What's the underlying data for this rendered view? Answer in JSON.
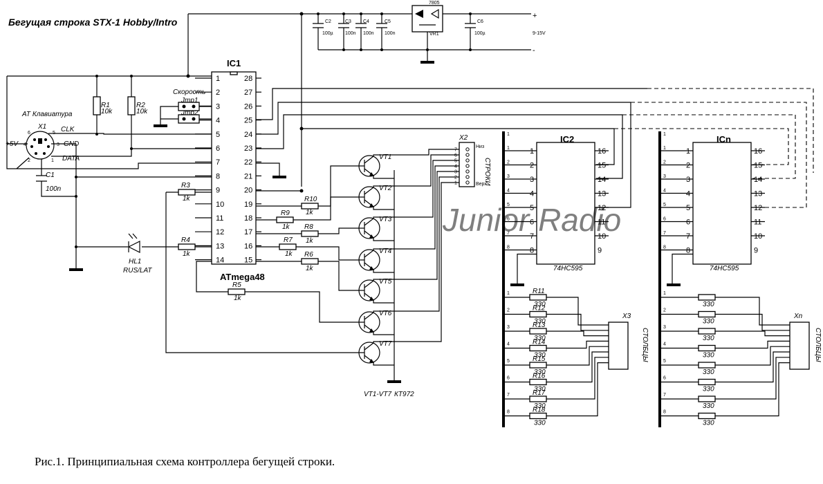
{
  "title": "Бегущая строка STX-1 Hobby/Intro",
  "caption": "Рис.1. Принципиальная схема контроллера бегущей строки.",
  "power": {
    "regulator": "7805",
    "regulator_ref": "VR1",
    "plus": "+",
    "minus": "-",
    "voltage": "9-15V",
    "c2": "C2",
    "c2_val": "100µ",
    "c3": "C3",
    "c3_val": "100n",
    "c4": "C4",
    "c4_val": "100n",
    "c5": "C5",
    "c5_val": "100n",
    "c6": "C6",
    "c6_val": "100µ"
  },
  "mcu": {
    "ref": "IC1",
    "part": "ATmega48",
    "left_pins": [
      "1",
      "2",
      "3",
      "4",
      "5",
      "6",
      "7",
      "8",
      "9",
      "10",
      "11",
      "12",
      "13",
      "14"
    ],
    "right_pins": [
      "28",
      "27",
      "26",
      "25",
      "24",
      "23",
      "22",
      "21",
      "20",
      "19",
      "18",
      "17",
      "16",
      "15"
    ]
  },
  "keyboard": {
    "label": "AT Клавиатура",
    "ref": "X1",
    "plus5": "+5V",
    "clk": "CLK",
    "gnd": "GND",
    "data": "DATA",
    "pins": [
      "6",
      "5",
      "4",
      "3",
      "2",
      "1"
    ]
  },
  "jumpers": {
    "title": "Скорость",
    "j1": "Jmp1",
    "j2": "Jmp2"
  },
  "resistors": {
    "r1": "R1",
    "r1_val": "10k",
    "r2": "R2",
    "r2_val": "10k",
    "r3": "R3",
    "r4": "R4",
    "r5": "R5",
    "r6": "R6",
    "r7": "R7",
    "r8": "R8",
    "r9": "R9",
    "r10": "R10",
    "val_1k": "1k"
  },
  "c1": {
    "ref": "C1",
    "val": "100n"
  },
  "led": {
    "ref": "HL1",
    "label": "RUS/LAT"
  },
  "transistors": {
    "refs": [
      "VT1",
      "VT2",
      "VT3",
      "VT4",
      "VT5",
      "VT6",
      "VT7"
    ],
    "note_refs": "VT1-VT7",
    "note_part": "КТ972"
  },
  "x2": {
    "ref": "X2",
    "label": "СТРОКИ",
    "top": "Низ",
    "bottom": "Верх",
    "pins": [
      "7",
      "6",
      "5",
      "4",
      "3",
      "2",
      "1"
    ]
  },
  "shift_regs": [
    {
      "ref": "IC2",
      "part": "74HC595",
      "in_pins": [
        "1",
        "2",
        "3",
        "4",
        "5",
        "6",
        "7",
        "8"
      ],
      "out_pins": [
        "16",
        "15",
        "14",
        "13",
        "12",
        "11",
        "10",
        "9"
      ]
    },
    {
      "ref": "ICn",
      "part": "74HC595",
      "in_pins": [
        "1",
        "2",
        "3",
        "4",
        "5",
        "6",
        "7",
        "8"
      ],
      "out_pins": [
        "16",
        "15",
        "14",
        "13",
        "12",
        "11",
        "10",
        "9"
      ]
    }
  ],
  "bus_pins": [
    "1",
    "2",
    "3",
    "4",
    "5",
    "6",
    "7",
    "8"
  ],
  "col_resistors": {
    "refs": [
      "R11",
      "R12",
      "R13",
      "R14",
      "R15",
      "R16",
      "R17",
      "R18"
    ],
    "val": "330"
  },
  "x3": {
    "ref": "X3",
    "label": "СТОЛБЦЫ",
    "pins": [
      "1",
      "2",
      "3",
      "4",
      "5",
      "6",
      "7",
      "8"
    ]
  },
  "xn": {
    "ref": "Xn",
    "label": "СТОЛБЦЫ",
    "pins": [
      "1",
      "2",
      "3",
      "4",
      "5",
      "6",
      "7",
      "8"
    ]
  },
  "watermark": "Junior Radio"
}
